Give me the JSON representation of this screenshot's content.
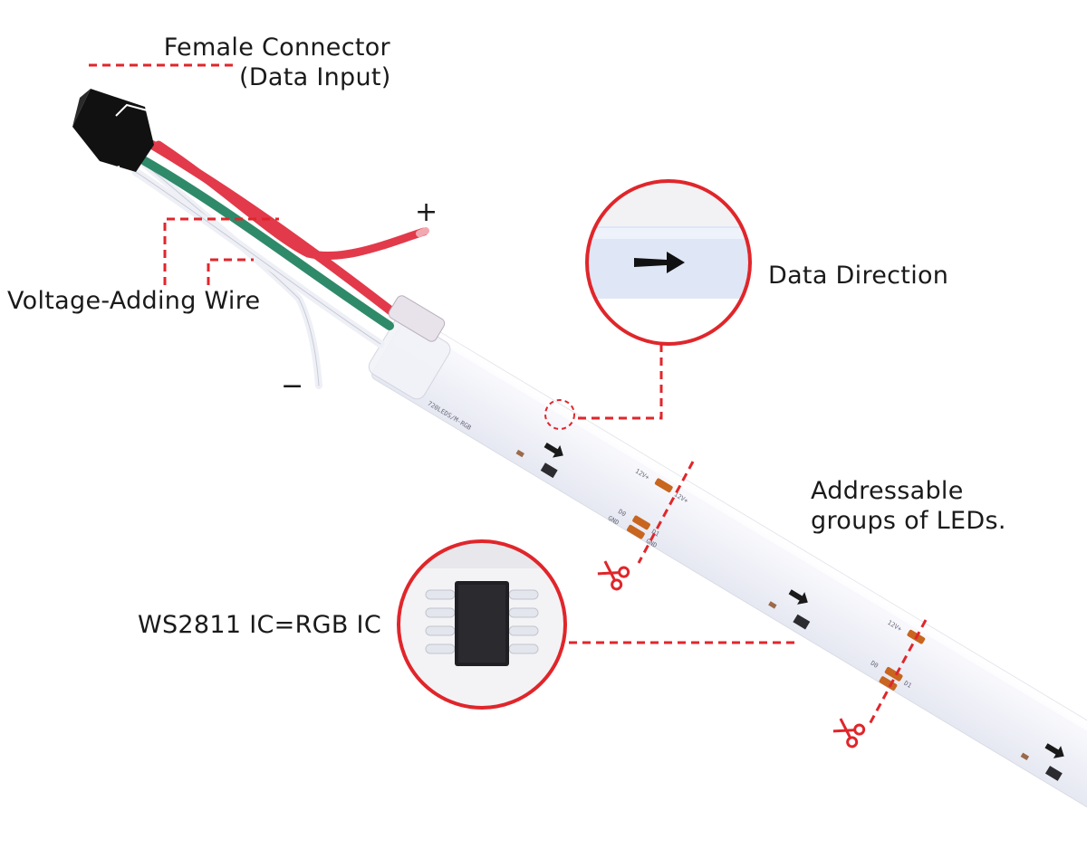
{
  "labels": {
    "female_connector_line1": "Female Connector",
    "female_connector_line2": "(Data Input)",
    "plus": "+",
    "minus": "−",
    "voltage_adding_wire": "Voltage-Adding Wire",
    "data_direction": "Data Direction",
    "addressable_line1": "Addressable",
    "addressable_line2": "groups of LEDs.",
    "ws2811": "WS2811 IC=RGB IC"
  },
  "strip_print": {
    "model": "720LEDS/M-RGB",
    "pad_12v": "12V+",
    "pad_d0": "D0",
    "pad_d1": "D1",
    "pad_gnd": "GND"
  },
  "colors": {
    "callout_red": "#e0262b",
    "wire_red": "#e23a4a",
    "wire_green": "#2f8a6a",
    "wire_white": "#eef0f6",
    "strip": "#f4f5fb",
    "copper_pad": "#c8651f"
  }
}
